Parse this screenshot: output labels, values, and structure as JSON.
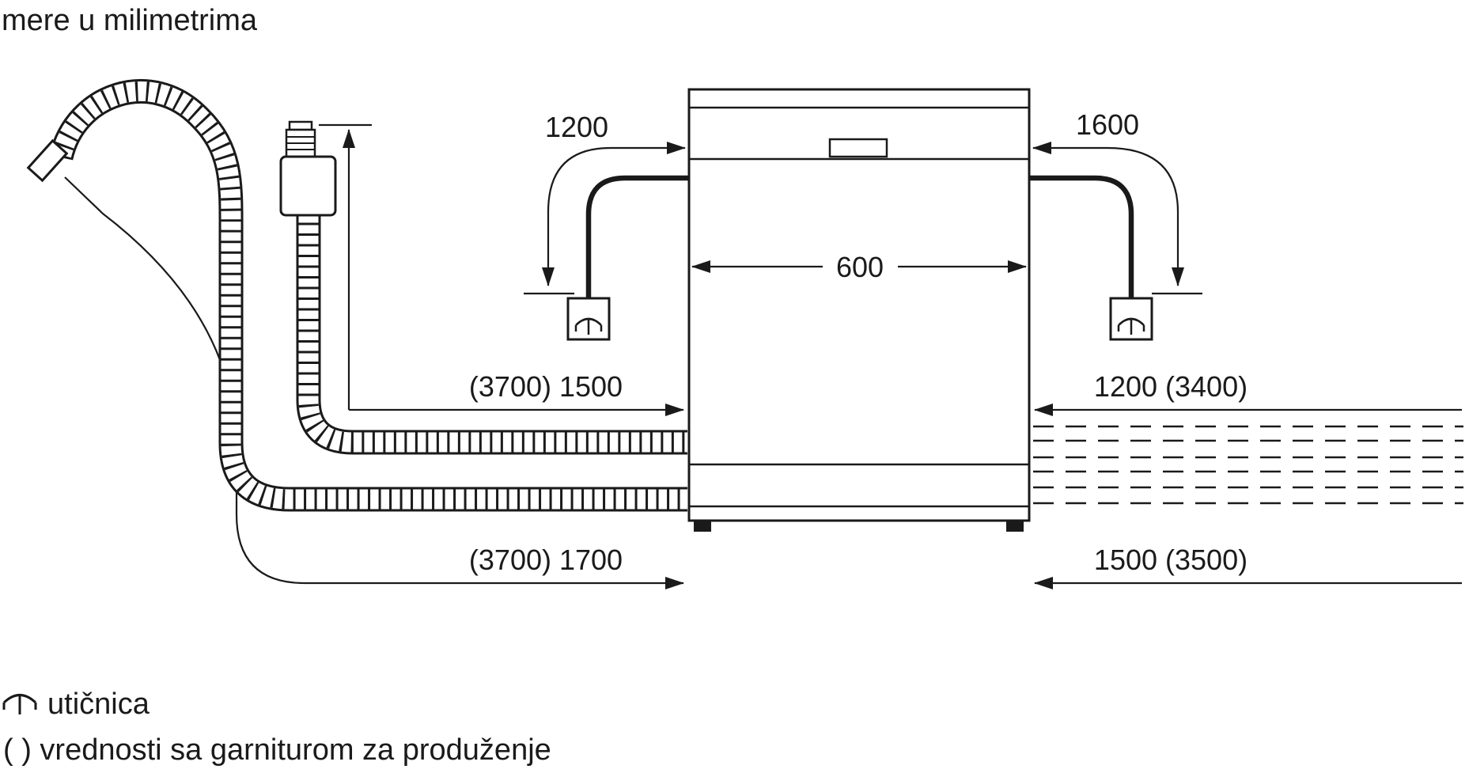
{
  "title": "mere u milimetrima",
  "colors": {
    "ink": "#1a1a1a",
    "background": "#ffffff"
  },
  "dimensions": {
    "cord_left": "1200",
    "cord_right": "1600",
    "appliance_width": "600",
    "supply_hose_left": "(3700) 1500",
    "drain_hose_left": "(3700) 1700",
    "supply_hose_right": "1200 (3400)",
    "drain_hose_right": "1500 (3500)"
  },
  "legend": {
    "socket_label": "utičnica",
    "extension_note": "( ) vrednosti sa garniturom za produženje"
  }
}
